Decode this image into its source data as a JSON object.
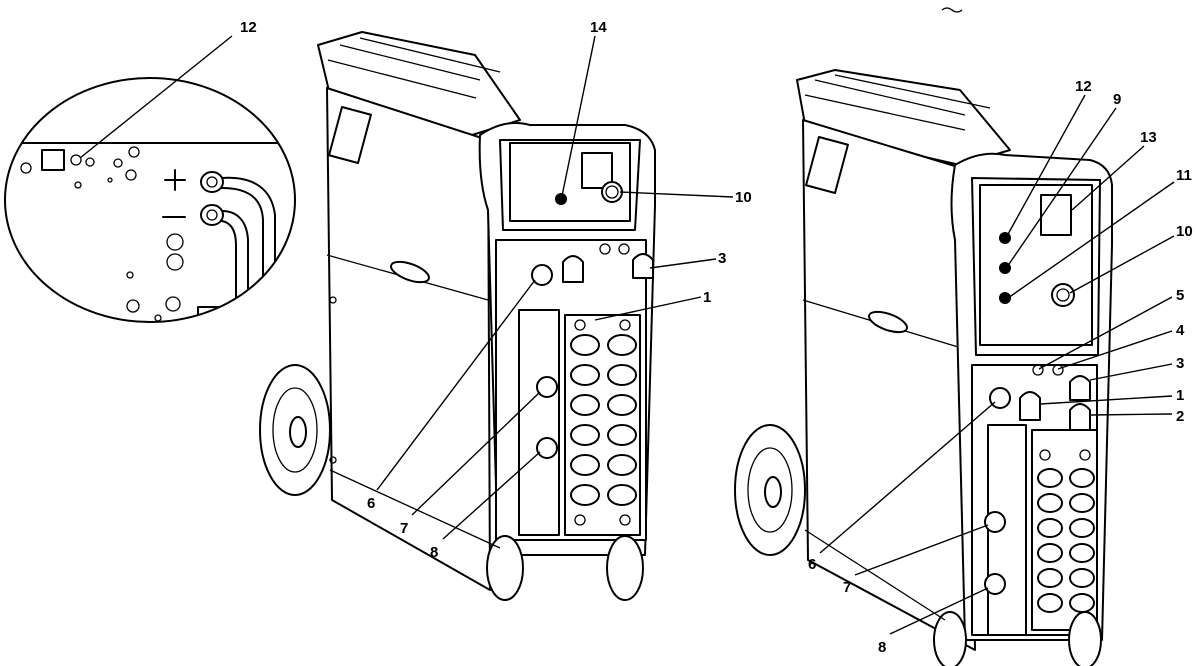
{
  "diagram": {
    "callouts_left_machine": [
      {
        "label": "14"
      },
      {
        "label": "10"
      },
      {
        "label": "3"
      },
      {
        "label": "1"
      },
      {
        "label": "6"
      },
      {
        "label": "7"
      },
      {
        "label": "8"
      }
    ],
    "callouts_inset": [
      {
        "label": "12"
      }
    ],
    "callouts_right_machine": [
      {
        "label": "12"
      },
      {
        "label": "9"
      },
      {
        "label": "13"
      },
      {
        "label": "11"
      },
      {
        "label": "10"
      },
      {
        "label": "5"
      },
      {
        "label": "4"
      },
      {
        "label": "3"
      },
      {
        "label": "1"
      },
      {
        "label": "2"
      },
      {
        "label": "6"
      },
      {
        "label": "7"
      },
      {
        "label": "8"
      }
    ]
  }
}
